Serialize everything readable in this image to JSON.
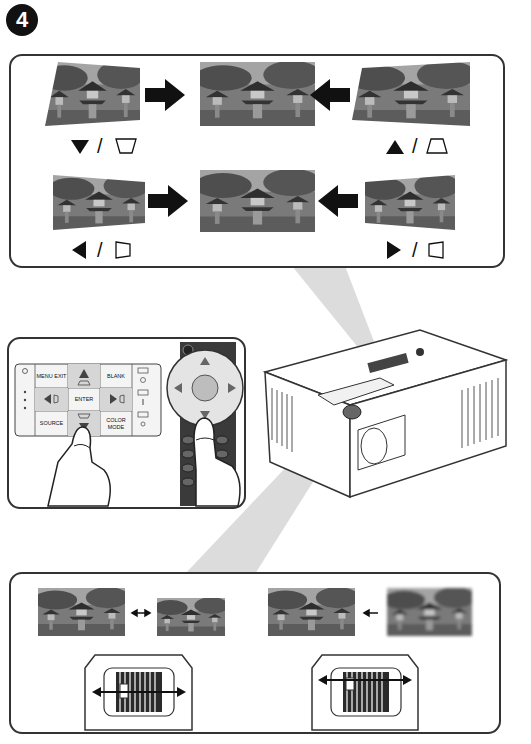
{
  "diagram": {
    "nodes": [
      {
        "text": [
          "4"
        ]
      },
      {
        "text": [
          "MENU EXIT"
        ]
      },
      {
        "text": [
          "BLANK"
        ]
      },
      {
        "text": [
          "ENTER"
        ]
      },
      {
        "text": [
          "SOURCE"
        ]
      },
      {
        "text": [
          "COLOR MODE"
        ]
      }
    ],
    "labels": [
      "/",
      "/",
      "/",
      "/"
    ]
  }
}
